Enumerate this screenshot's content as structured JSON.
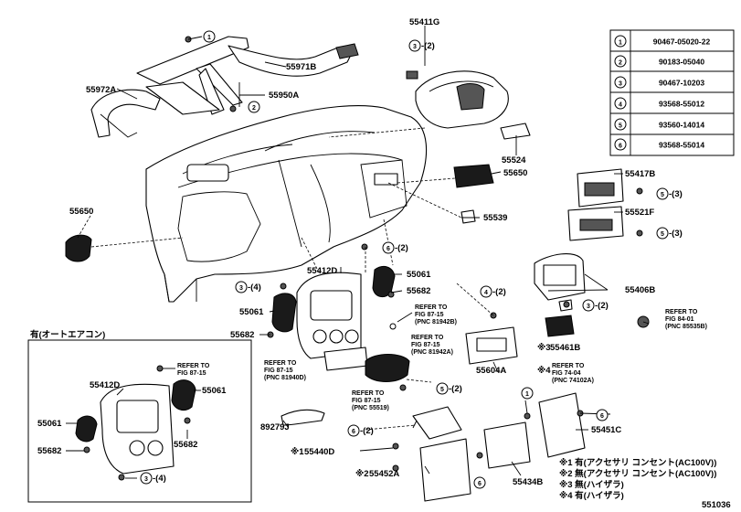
{
  "parts_table": [
    {
      "ref": "1",
      "part_no": "90467-05020-22"
    },
    {
      "ref": "2",
      "part_no": "90183-05040"
    },
    {
      "ref": "3",
      "part_no": "90467-10203"
    },
    {
      "ref": "4",
      "part_no": "93568-55012"
    },
    {
      "ref": "5",
      "part_no": "93560-14014"
    },
    {
      "ref": "6",
      "part_no": "93568-55014"
    }
  ],
  "callouts": {
    "p55411G": "55411G",
    "p55972A": "55972A",
    "p55971B": "55971B",
    "p55950A": "55950A",
    "p55524": "55524",
    "p55650_right": "55650",
    "p55650_left": "55650",
    "p55539": "55539",
    "p55417B": "55417B",
    "p55521F": "55521F",
    "p55412D": "55412D",
    "p55061_a": "55061",
    "p55682_a": "55682",
    "p55061_b": "55061",
    "p55682_b": "55682",
    "p55406B": "55406B",
    "p55604A": "55604A",
    "p55461B": "55461B",
    "p89279J": "89279J",
    "p55440D": "55440D",
    "p55452A": "55452A",
    "p55434B": "55434B",
    "p55451C": "55451C",
    "inset_title": "有(オートエアコン)",
    "inset_55412D": "55412D",
    "inset_55061_r": "55061",
    "inset_55061_l": "55061",
    "inset_55682_l": "55682",
    "inset_55682_r": "55682"
  },
  "qty": {
    "q3_2_top": "-(2)",
    "q5_3_a": "-(3)",
    "q5_3_b": "-(3)",
    "q6_2_a": "-(2)",
    "q3_4_a": "-(4)",
    "q4_2": "-(2)",
    "q3_2_b": "-(2)",
    "q5_2": "-(2)",
    "q6_2_b": "-(2)",
    "q3_4_inset": "-(4)"
  },
  "circle_refs": [
    "1",
    "2",
    "3",
    "4",
    "5",
    "6"
  ],
  "refer_to": {
    "r1": [
      "REFER TO",
      "FIG 87-15",
      "(PNC 81942B)"
    ],
    "r2": [
      "REFER TO",
      "FIG 87-15",
      "(PNC 81942A)"
    ],
    "r3": [
      "REFER TO",
      "FIG 87-15",
      "(PNC 81940D)"
    ],
    "r4": [
      "REFER TO",
      "FIG 87-15",
      "(PNC 55519)"
    ],
    "r5": [
      "REFER TO",
      "FIG 84-01",
      "(PNC 85535B)"
    ],
    "r6": [
      "REFER TO",
      "FIG 74-04",
      "(PNC 74102A)"
    ],
    "r_inset": [
      "REFER TO",
      "FIG 87-15"
    ]
  },
  "marks": {
    "m3_55461B": "※3",
    "m4_refer": "※4",
    "m1_55440D": "※1",
    "m2_55452A": "※2"
  },
  "footnotes": [
    "※1 有(アクセサリ コンセント(AC100V))",
    "※2 無(アクセサリ コンセント(AC100V))",
    "※3 無(ハイザラ)",
    "※4 有(ハイザラ)"
  ],
  "figure_id": "551036"
}
